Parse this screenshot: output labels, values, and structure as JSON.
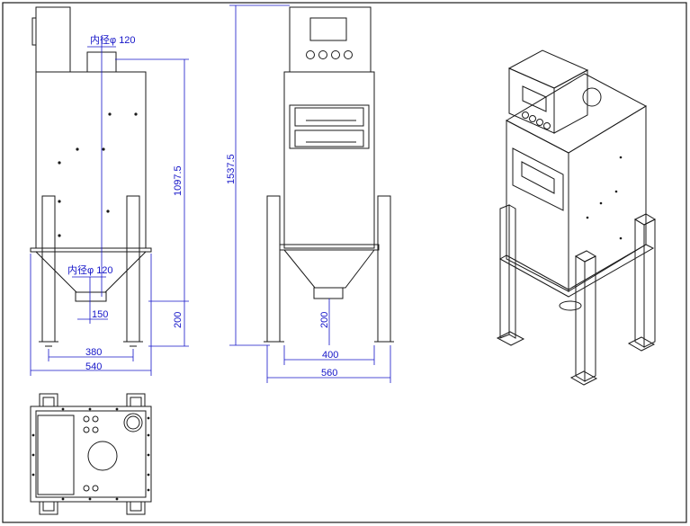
{
  "drawing": {
    "line_color": "#1a1a1a",
    "dimension_color": "#1414c8",
    "front_view": {
      "inlet_label": "内径φ 120",
      "outlet_label": "内径φ 120",
      "dim_height_body": "1097.5",
      "dim_height_leg": "200",
      "dim_outlet_width": "150",
      "dim_leg_spacing": "380",
      "dim_total_width": "540"
    },
    "side_view": {
      "dim_total_height": "1537.5",
      "dim_outlet_height": "200",
      "dim_leg_spacing": "400",
      "dim_total_width": "560"
    },
    "isometric_view": {
      "description_icon": "machine-isometric"
    },
    "top_view": {
      "description_icon": "machine-top-plan"
    }
  }
}
